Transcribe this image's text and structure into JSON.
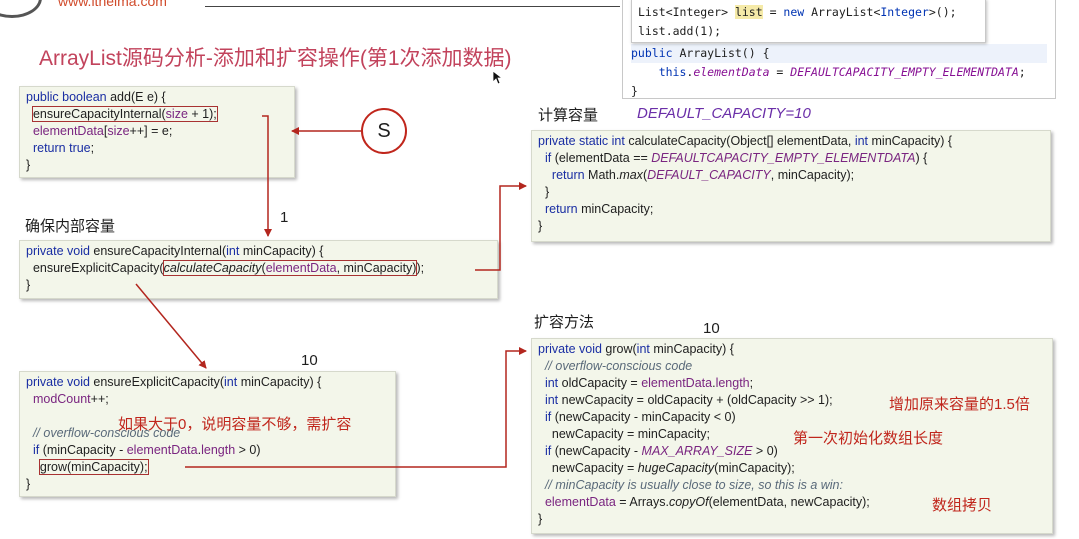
{
  "header": {
    "site_url": "www.itheima.com"
  },
  "title": "ArrayList源码分析-添加和扩容操作(第1次添加数据)",
  "ide_snippet": {
    "line1": {
      "a": "List<Integer> ",
      "b": "list",
      "c": " = ",
      "d": "new",
      "e": " ArrayList<",
      "f": "Integer",
      "g": ">();"
    },
    "line2": "list.add(1);",
    "line3": {
      "a": "public",
      "b": " ",
      "c": "ArrayList",
      "d": "() {"
    },
    "line4": {
      "a": "    this",
      "b": ".",
      "c": "elementData",
      "d": " = ",
      "e": "DEFAULTCAPACITY_EMPTY_ELEMENTDATA",
      "f": ";"
    },
    "line5": "}"
  },
  "circle_label": "S",
  "labels": {
    "ensure_capacity": "确保内部容量",
    "calc_capacity": "计算容量",
    "default_capacity": "DEFAULT_CAPACITY=10",
    "grow_method": "扩容方法",
    "num_one": "1",
    "num_ten_left": "10",
    "num_ten_right": "10"
  },
  "notes": {
    "need_grow": "如果大于0，说明容量不够，需扩容",
    "grow_1_5": "增加原来容量的1.5倍",
    "first_init": "第一次初始化数组长度",
    "array_copy": "数组拷贝"
  },
  "code_add": {
    "l1": {
      "a": "public boolean ",
      "b": "add(E e) {"
    },
    "l2": {
      "a": "ensureCapacityInternal(",
      "b": "size",
      "c": " + 1);"
    },
    "l3": {
      "a": "elementData",
      "b": "[",
      "c": "size",
      "d": "++] = e;"
    },
    "l4": {
      "a": "return ",
      "b": "true",
      "c": ";"
    },
    "l5": "}"
  },
  "code_eci": {
    "l1": {
      "a": "private void ",
      "b": "ensureCapacityInternal(",
      "c": "int ",
      "d": "minCapacity) {"
    },
    "l2": {
      "a": "ensureExplicitCapacity(",
      "b": "calculateCapacity",
      "c": "(",
      "d": "elementData",
      "e": ", minCapacity)",
      "f": ");"
    },
    "l3": "}"
  },
  "code_calc": {
    "l1": {
      "a": "private static int ",
      "b": "calculateCapacity(Object[] elementData, ",
      "c": "int ",
      "d": "minCapacity) {"
    },
    "l2": {
      "a": "if ",
      "b": "(elementData == ",
      "c": "DEFAULTCAPACITY_EMPTY_ELEMENTDATA",
      "d": ") {"
    },
    "l3": {
      "a": "return ",
      "b": "Math.",
      "c": "max",
      "d": "(",
      "e": "DEFAULT_CAPACITY",
      "f": ", minCapacity);"
    },
    "l4": "}",
    "l5": {
      "a": "return ",
      "b": "minCapacity;"
    },
    "l6": "}"
  },
  "code_explicit": {
    "l1": {
      "a": "private void ",
      "b": "ensureExplicitCapacity(",
      "c": "int ",
      "d": "minCapacity) {"
    },
    "l2": {
      "a": "modCount",
      "b": "++;"
    },
    "l3": "// overflow-conscious code",
    "l4": {
      "a": "if ",
      "b": "(minCapacity - ",
      "c": "elementData",
      "d": ".",
      "e": "length",
      "f": " > 0)"
    },
    "l5": "grow(minCapacity);",
    "l6": "}"
  },
  "code_grow": {
    "l1": {
      "a": "private void ",
      "b": "grow(",
      "c": "int ",
      "d": "minCapacity) {"
    },
    "l2": "// overflow-conscious code",
    "l3": {
      "a": "int ",
      "b": "oldCapacity = ",
      "c": "elementData",
      "d": ".",
      "e": "length",
      "f": ";"
    },
    "l4": {
      "a": "int ",
      "b": "newCapacity = oldCapacity + (oldCapacity >> 1);"
    },
    "l5": {
      "a": "if ",
      "b": "(newCapacity - minCapacity < 0)"
    },
    "l6": "newCapacity = minCapacity;",
    "l7": {
      "a": "if ",
      "b": "(newCapacity - ",
      "c": "MAX_ARRAY_SIZE",
      "d": " > 0)"
    },
    "l8": {
      "a": "newCapacity = ",
      "b": "hugeCapacity",
      "c": "(minCapacity);"
    },
    "l9": "// minCapacity is usually close to size, so this is a win:",
    "l10": {
      "a": "elementData",
      "b": " = Arrays.",
      "c": "copyOf",
      "d": "(elementData, newCapacity);"
    },
    "l11": "}"
  },
  "colors": {
    "title": "#c2435c",
    "note_red": "#c0261c",
    "arrow_red": "#b3261e",
    "keyword_blue": "#1a2ea3",
    "field_purple": "#7a2580"
  }
}
